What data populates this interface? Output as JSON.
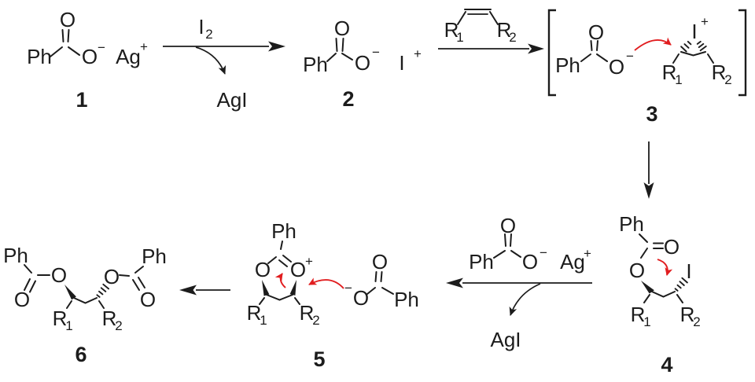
{
  "colors": {
    "ink": "#1c1c1c",
    "red_arrow": "#e11d1f",
    "background": "#ffffff"
  },
  "atoms": {
    "ph": "Ph",
    "o": "O",
    "ag": "Ag",
    "i": "I",
    "r": "R"
  },
  "charges": {
    "plus": "+",
    "minus": "−"
  },
  "subscripts": {
    "one": "1",
    "two": "2"
  },
  "reagents": {
    "i2_base": "I",
    "i2_sub": "2",
    "agi": "AgI"
  },
  "compound_numbers": {
    "c1": "1",
    "c2": "2",
    "c3": "3",
    "c4": "4",
    "c5": "5",
    "c6": "6"
  }
}
